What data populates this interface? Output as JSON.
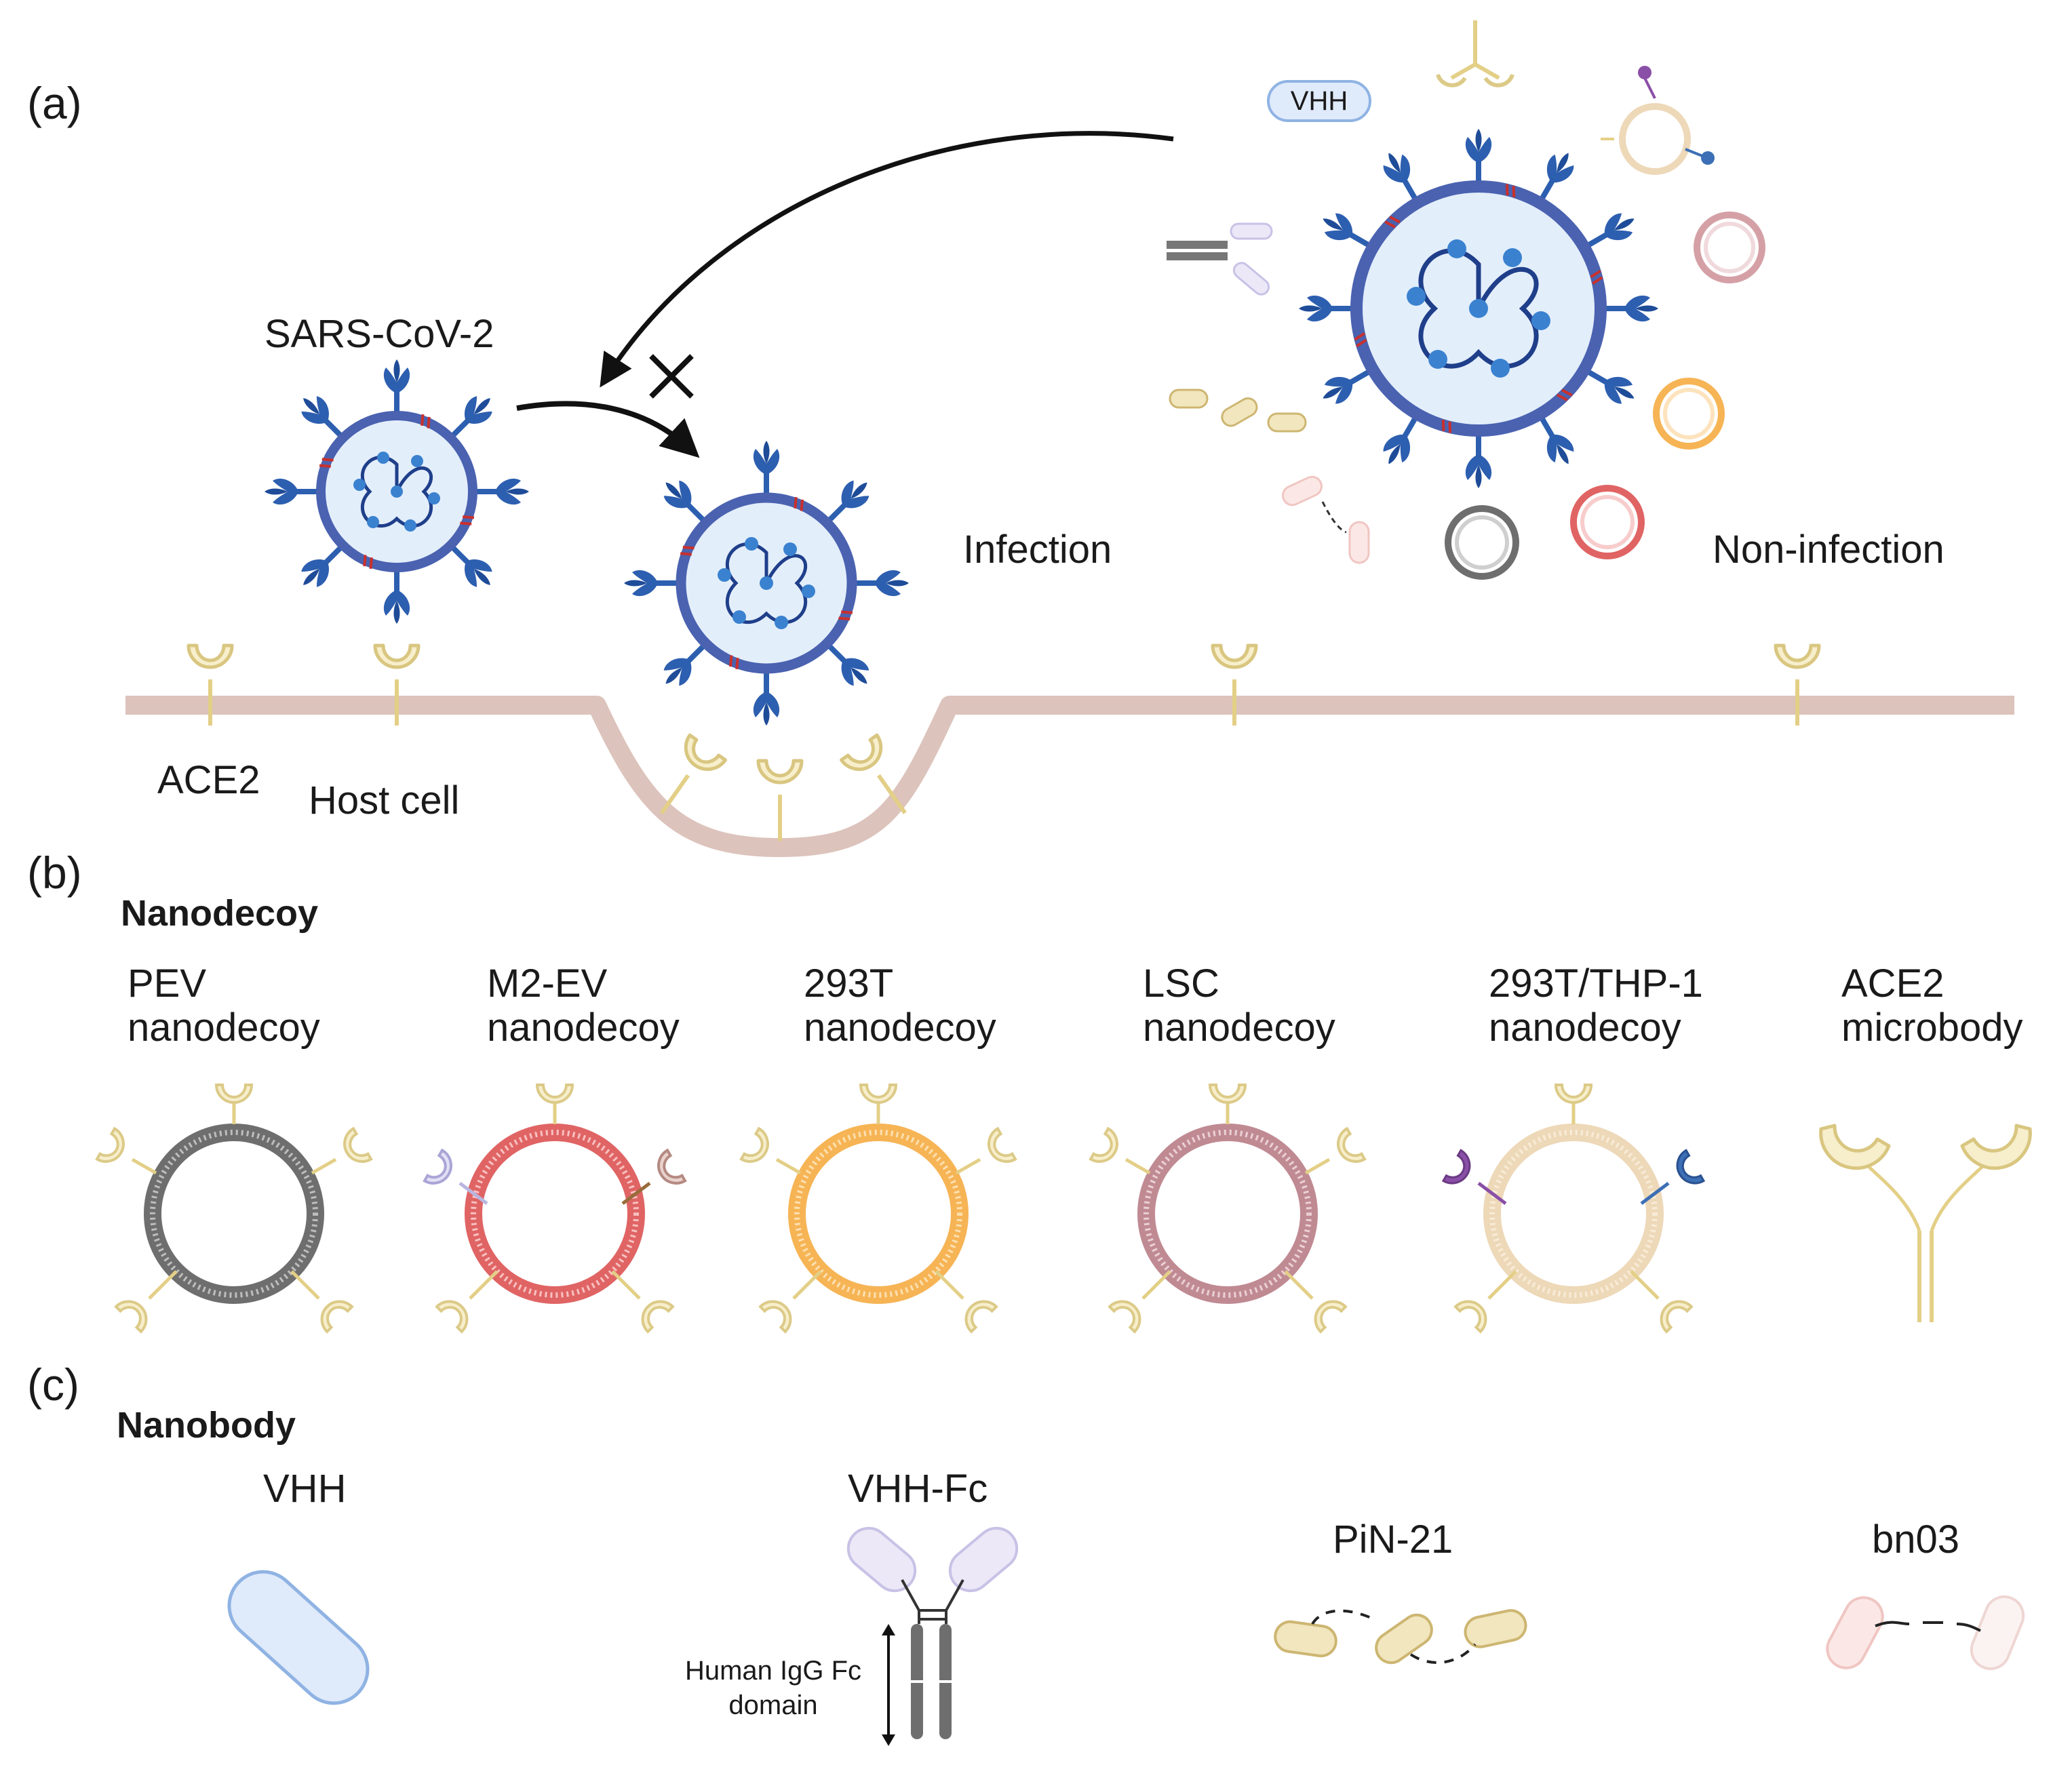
{
  "panel_a": {
    "label": "(a)",
    "virus_label": "SARS-CoV-2",
    "infection_label": "Infection",
    "noninfection_label": "Non-infection",
    "ace2_label": "ACE2",
    "host_cell_label": "Host cell",
    "vhh_tag": "VHH"
  },
  "panel_b": {
    "label": "(b)",
    "heading": "Nanodecoy",
    "items": [
      {
        "line1": "PEV",
        "line2": "nanodecoy"
      },
      {
        "line1": "M2-EV",
        "line2": "nanodecoy"
      },
      {
        "line1": "293T",
        "line2": "nanodecoy"
      },
      {
        "line1": "LSC",
        "line2": "nanodecoy"
      },
      {
        "line1": "293T/THP-1",
        "line2": "nanodecoy"
      },
      {
        "line1": "ACE2",
        "line2": "microbody"
      }
    ]
  },
  "panel_c": {
    "label": "(c)",
    "heading": "Nanobody",
    "items": [
      "VHH",
      "VHH-Fc",
      "PiN-21",
      "bn03"
    ],
    "fc_label_line1": "Human IgG Fc",
    "fc_label_line2": "domain"
  },
  "colors": {
    "membrane": "#dcc3bb",
    "receptor": "#e8d9a2",
    "receptor_fill": "#f7eecb",
    "spike": "#2d5fb0",
    "virus_fill": "#e3eefb",
    "virus_ring": "#4a62b0",
    "rna": "#1f3f8a",
    "rna_node": "#3a82d0",
    "red_marker": "#c9302c",
    "pev": "#6e6e6e",
    "m2ev": "#e06464",
    "t293": "#f6b455",
    "lsc": "#c08a93",
    "thp1": "#edd8b8",
    "vhh_fill": "#dfeafb",
    "vhh_stroke": "#8fb3e3"
  }
}
